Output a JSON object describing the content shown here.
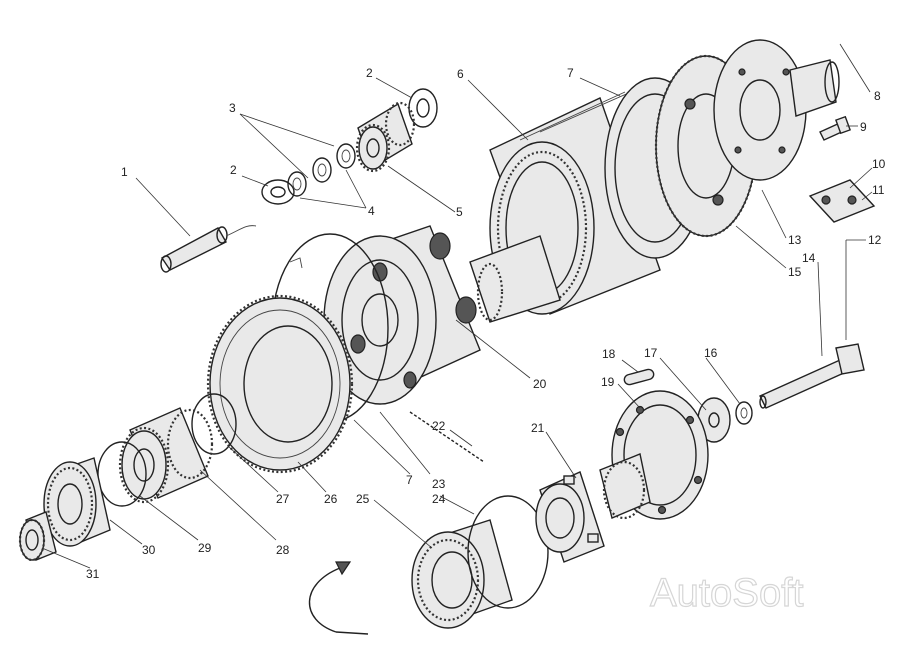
{
  "watermark": "AutoSoft",
  "callouts": [
    {
      "id": "c1",
      "label": "1"
    },
    {
      "id": "c2a",
      "label": "2"
    },
    {
      "id": "c2b",
      "label": "2"
    },
    {
      "id": "c3",
      "label": "3"
    },
    {
      "id": "c4",
      "label": "4"
    },
    {
      "id": "c5",
      "label": "5"
    },
    {
      "id": "c6",
      "label": "6"
    },
    {
      "id": "c7a",
      "label": "7"
    },
    {
      "id": "c7b",
      "label": "7"
    },
    {
      "id": "c8",
      "label": "8"
    },
    {
      "id": "c9",
      "label": "9"
    },
    {
      "id": "c10",
      "label": "10"
    },
    {
      "id": "c11",
      "label": "11"
    },
    {
      "id": "c12",
      "label": "12"
    },
    {
      "id": "c13",
      "label": "13"
    },
    {
      "id": "c14",
      "label": "14"
    },
    {
      "id": "c15",
      "label": "15"
    },
    {
      "id": "c16",
      "label": "16"
    },
    {
      "id": "c17",
      "label": "17"
    },
    {
      "id": "c18",
      "label": "18"
    },
    {
      "id": "c19",
      "label": "19"
    },
    {
      "id": "c20",
      "label": "20"
    },
    {
      "id": "c21",
      "label": "21"
    },
    {
      "id": "c22",
      "label": "22"
    },
    {
      "id": "c23",
      "label": "23"
    },
    {
      "id": "c24",
      "label": "24"
    },
    {
      "id": "c25",
      "label": "25"
    },
    {
      "id": "c26",
      "label": "26"
    },
    {
      "id": "c27",
      "label": "27"
    },
    {
      "id": "c28",
      "label": "28"
    },
    {
      "id": "c29",
      "label": "29"
    },
    {
      "id": "c30",
      "label": "30"
    },
    {
      "id": "c31",
      "label": "31"
    }
  ]
}
